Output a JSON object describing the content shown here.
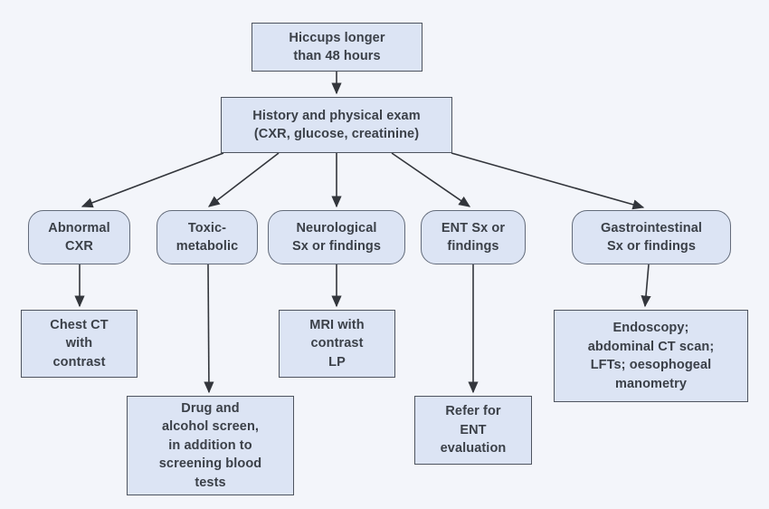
{
  "diagram": {
    "type": "flowchart",
    "topic": "Evaluation of hiccups lasting longer than 48 hours",
    "colors": {
      "background": "#f3f5fa",
      "node_fill": "#dce4f4",
      "rect_border": "#4e545f",
      "rounded_border": "#636b7a",
      "text": "#3b4048",
      "arrow": "#33363c"
    },
    "nodes": {
      "hiccups": {
        "shape": "rect",
        "label": "Hiccups longer\nthan 48 hours"
      },
      "history": {
        "shape": "rect",
        "label": "History and physical exam\n(CXR, glucose, creatinine)"
      },
      "abnormal_cxr": {
        "shape": "rounded",
        "label": "Abnormal\nCXR"
      },
      "toxic_metabolic": {
        "shape": "rounded",
        "label": "Toxic-\nmetabolic"
      },
      "neurological": {
        "shape": "rounded",
        "label": "Neurological\nSx or findings"
      },
      "ent": {
        "shape": "rounded",
        "label": "ENT Sx or\nfindings"
      },
      "gastrointestinal": {
        "shape": "rounded",
        "label": "Gastrointestinal\nSx or findings"
      },
      "chest_ct": {
        "shape": "rect",
        "label": "Chest CT\nwith\ncontrast"
      },
      "drug_alcohol": {
        "shape": "rect",
        "label": "Drug and\nalcohol screen,\nin addition to\nscreening blood\ntests"
      },
      "mri": {
        "shape": "rect",
        "label": "MRI with\ncontrast\nLP"
      },
      "refer_ent": {
        "shape": "rect",
        "label": "Refer for\nENT\nevaluation"
      },
      "endoscopy": {
        "shape": "rect",
        "label": "Endoscopy;\nabdominal CT scan;\nLFTs; oesophogeal\nmanometry"
      }
    },
    "edges": [
      {
        "from": "hiccups",
        "to": "history"
      },
      {
        "from": "history",
        "to": "abnormal_cxr"
      },
      {
        "from": "history",
        "to": "toxic_metabolic"
      },
      {
        "from": "history",
        "to": "neurological"
      },
      {
        "from": "history",
        "to": "ent"
      },
      {
        "from": "history",
        "to": "gastrointestinal"
      },
      {
        "from": "abnormal_cxr",
        "to": "chest_ct"
      },
      {
        "from": "toxic_metabolic",
        "to": "drug_alcohol"
      },
      {
        "from": "neurological",
        "to": "mri"
      },
      {
        "from": "ent",
        "to": "refer_ent"
      },
      {
        "from": "gastrointestinal",
        "to": "endoscopy"
      }
    ]
  }
}
